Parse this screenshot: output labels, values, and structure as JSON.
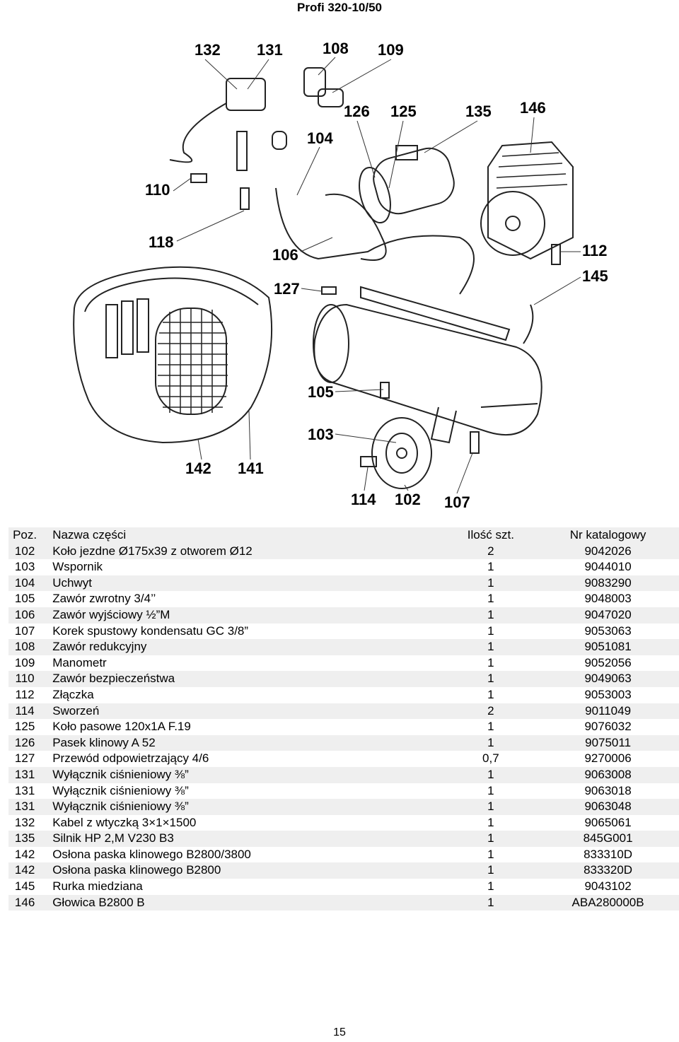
{
  "page_title": "Profi 320-10/50",
  "diagram": {
    "callouts": [
      "132",
      "131",
      "108",
      "109",
      "126",
      "125",
      "135",
      "146",
      "104",
      "110",
      "118",
      "106",
      "112",
      "145",
      "127",
      "105",
      "103",
      "142",
      "141",
      "114",
      "102",
      "107"
    ]
  },
  "table": {
    "headers": {
      "pos": "Poz.",
      "name": "Nazwa części",
      "qty": "Ilość szt.",
      "catalog": "Nr katalogowy"
    },
    "rows": [
      {
        "pos": "102",
        "name": "Koło jezdne Ø175x39 z otworem Ø12",
        "qty": "2",
        "catalog": "9042026"
      },
      {
        "pos": "103",
        "name": "Wspornik",
        "qty": "1",
        "catalog": "9044010"
      },
      {
        "pos": "104",
        "name": "Uchwyt",
        "qty": "1",
        "catalog": "9083290"
      },
      {
        "pos": "105",
        "name": "Zawór zwrotny 3/4’’",
        "qty": "1",
        "catalog": "9048003"
      },
      {
        "pos": "106",
        "name": "Zawór wyjściowy ½”M",
        "qty": "1",
        "catalog": "9047020"
      },
      {
        "pos": "107",
        "name": "Korek spustowy kondensatu GC 3/8”",
        "qty": "1",
        "catalog": "9053063"
      },
      {
        "pos": "108",
        "name": "Zawór redukcyjny",
        "qty": "1",
        "catalog": "9051081"
      },
      {
        "pos": "109",
        "name": "Manometr",
        "qty": "1",
        "catalog": "9052056"
      },
      {
        "pos": "110",
        "name": "Zawór bezpieczeństwa",
        "qty": "1",
        "catalog": "9049063"
      },
      {
        "pos": "112",
        "name": "Złączka",
        "qty": "1",
        "catalog": "9053003"
      },
      {
        "pos": "114",
        "name": "Sworzeń",
        "qty": "2",
        "catalog": "9011049"
      },
      {
        "pos": "125",
        "name": "Koło pasowe 120x1A F.19",
        "qty": "1",
        "catalog": "9076032"
      },
      {
        "pos": "126",
        "name": "Pasek klinowy A 52",
        "qty": "1",
        "catalog": "9075011"
      },
      {
        "pos": "127",
        "name": "Przewód odpowietrzający 4/6",
        "qty": "0,7",
        "catalog": "9270006"
      },
      {
        "pos": "131",
        "name": "Wyłącznik ciśnieniowy ⅜”",
        "qty": "1",
        "catalog": "9063008"
      },
      {
        "pos": "131",
        "name": "Wyłącznik ciśnieniowy ⅜”",
        "qty": "1",
        "catalog": "9063018"
      },
      {
        "pos": "131",
        "name": "Wyłącznik ciśnieniowy ⅜”",
        "qty": "1",
        "catalog": "9063048"
      },
      {
        "pos": "132",
        "name": "Kabel z wtyczką 3×1×1500",
        "qty": "1",
        "catalog": "9065061"
      },
      {
        "pos": "135",
        "name": "Silnik HP 2,M V230 B3",
        "qty": "1",
        "catalog": "845G001"
      },
      {
        "pos": "142",
        "name": "Osłona paska klinowego B2800/3800",
        "qty": "1",
        "catalog": "833310D"
      },
      {
        "pos": "142",
        "name": "Osłona paska klinowego B2800",
        "qty": "1",
        "catalog": "833320D"
      },
      {
        "pos": "145",
        "name": "Rurka miedziana",
        "qty": "1",
        "catalog": "9043102"
      },
      {
        "pos": "146",
        "name": "Głowica B2800 B",
        "qty": "1",
        "catalog": "ABA280000B"
      }
    ]
  },
  "page_number": "15"
}
